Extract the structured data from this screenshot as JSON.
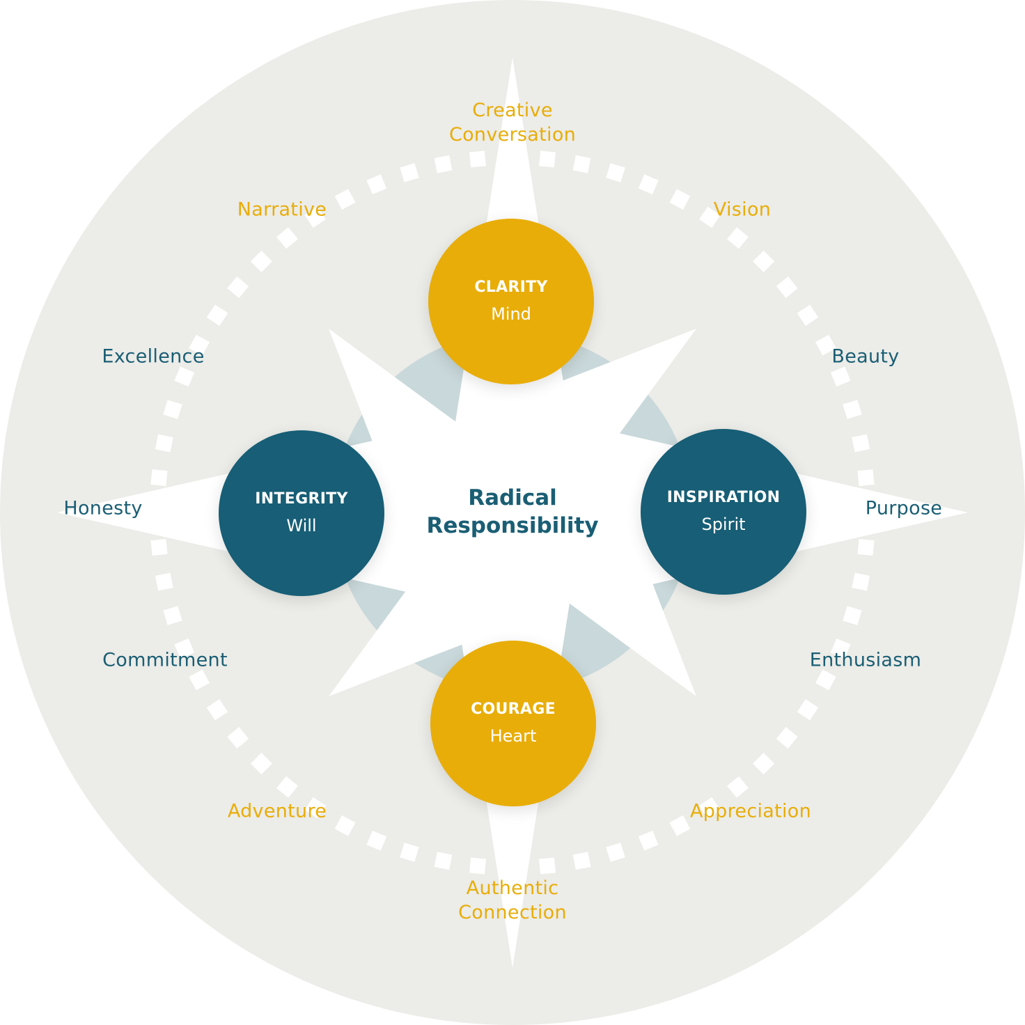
{
  "center": {
    "line1": "Radical",
    "line2": "Responsibility"
  },
  "circles": {
    "clarity": {
      "title": "CLARITY",
      "subtitle": "Mind"
    },
    "integrity": {
      "title": "INTEGRITY",
      "subtitle": "Will"
    },
    "inspiration": {
      "title": "INSPIRATION",
      "subtitle": "Spirit"
    },
    "courage": {
      "title": "COURAGE",
      "subtitle": "Heart"
    }
  },
  "outer_labels": {
    "top_line1": "Creative",
    "top_line2": "Conversation",
    "narrative": "Narrative",
    "vision": "Vision",
    "excellence": "Excellence",
    "beauty": "Beauty",
    "honesty": "Honesty",
    "purpose": "Purpose",
    "commitment": "Commitment",
    "enthusiasm": "Enthusiasm",
    "adventure": "Adventure",
    "appreciation": "Appreciation",
    "bottom_line1": "Authentic",
    "bottom_line2": "Connection"
  },
  "colors": {
    "gold": "#e8ad09",
    "teal": "#175e76",
    "background_disc": "#ecece8",
    "inner_ring": "#c9d8da",
    "star": "#ffffff"
  }
}
